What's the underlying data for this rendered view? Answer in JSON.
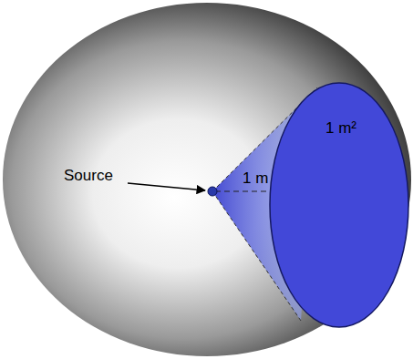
{
  "diagram": {
    "nodes": [
      {
        "text": [
          "1 m²"
        ]
      }
    ],
    "labels": [
      "Source",
      "1 m"
    ]
  }
}
